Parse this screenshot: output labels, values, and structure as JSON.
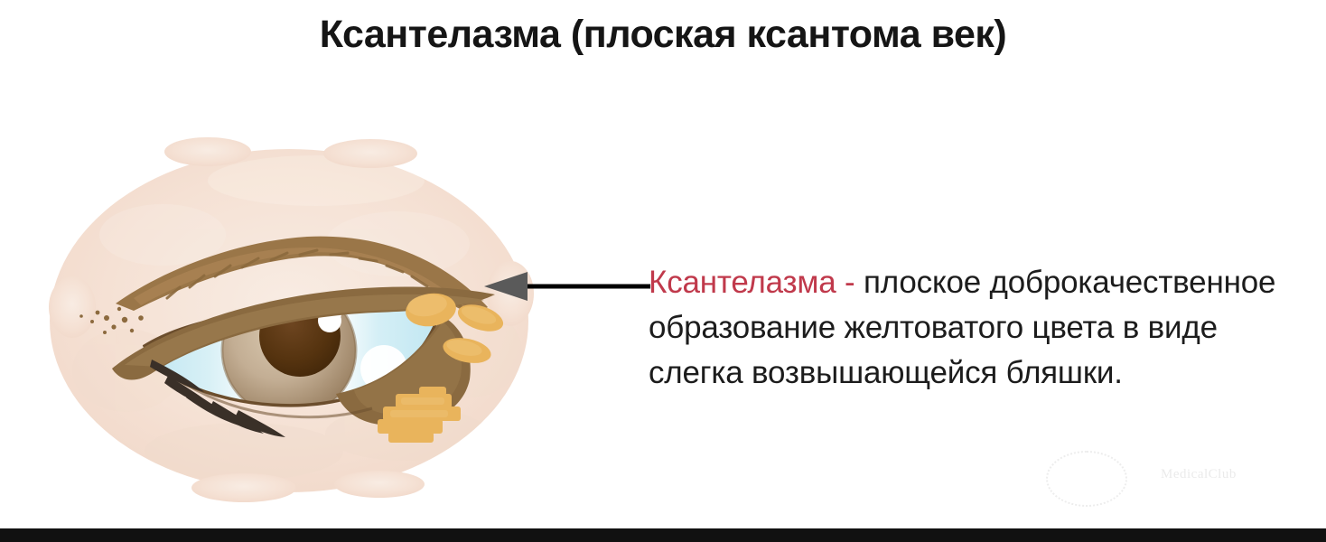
{
  "title": "Ксантелазма (плоская ксантома век)",
  "caption": {
    "term": "Ксантелазма",
    "dash": " - ",
    "body": "плоское доброкачественное образование желтоватого цвета в виде слегка возвышающейся бляшки."
  },
  "illustration": {
    "alt": "Иллюстрация глаза с ксантелазмой на веке",
    "parts": {
      "skin_patch": "skin-patch",
      "eyebrow": "eyebrow",
      "upper_eyelid": "upper-eyelid",
      "lower_eyelid": "lower-eyelid",
      "eyelashes": "eyelashes",
      "sclera": "sclera",
      "iris": "iris",
      "pupil": "pupil",
      "highlight": "eye-highlight",
      "plaques": "xanthelasma-plaques"
    }
  },
  "pointer": {
    "label": "pointer-arrow",
    "direction": "left"
  },
  "watermark": {
    "text": "MedicalClub"
  },
  "colors": {
    "title_text": "#151515",
    "term_red": "#c0394b",
    "body_text": "#1c1c1c",
    "skin": "#f6e3d8",
    "skin_shadow": "#f0d8ca",
    "eyebrow": "#9a7648",
    "eyelid_brown": "#8a6a40",
    "sclera_blue": "#c5e8f2",
    "sclera_white": "#fdfdfb",
    "iris": "#c0ab93",
    "pupil": "#5c3a1a",
    "plaque_yellow": "#e8b158",
    "plaque_yellow_light": "#edc072",
    "arrow_head": "#5a5a5a",
    "arrow_line": "#000000",
    "bottom_bar": "#111111",
    "background": "#ffffff"
  }
}
